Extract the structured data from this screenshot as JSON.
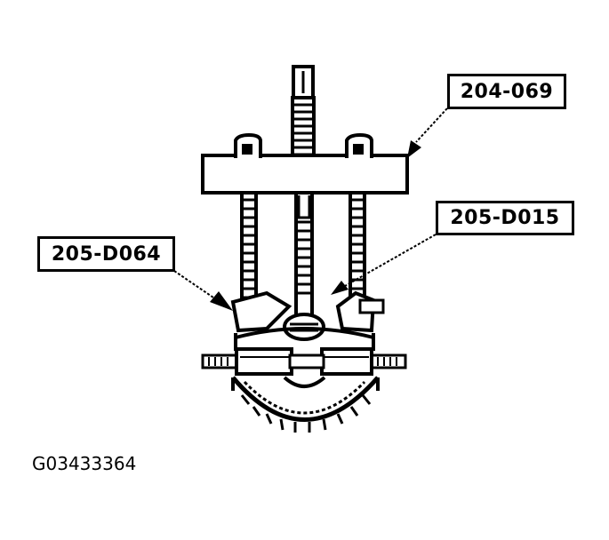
{
  "figure": {
    "id": "G03433364",
    "subject": "gear/sprocket puller tool assembly"
  },
  "callouts": [
    {
      "label": "204-069",
      "target": "puller crossbar"
    },
    {
      "label": "205-D015",
      "target": "center forcing screw adapter"
    },
    {
      "label": "205-D064",
      "target": "puller jaw / split plate"
    }
  ],
  "colors": {
    "ink": "#000000",
    "background": "#ffffff"
  }
}
